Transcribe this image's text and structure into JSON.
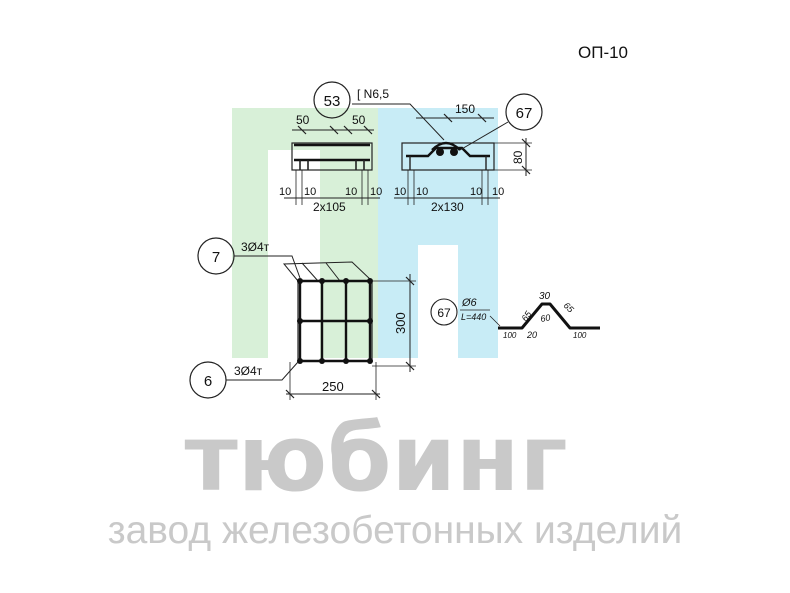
{
  "document": {
    "code": "ОП-10"
  },
  "callouts": {
    "c53": "53",
    "c67": "67",
    "c7": "7",
    "c6": "6",
    "c67b": "67"
  },
  "labels": {
    "channel": "[ N6,5",
    "top_rebar": "3Ø4т",
    "bottom_rebar": "3Ø4т",
    "bent_bar_dia": "Ø6",
    "bent_bar_len": "L=440"
  },
  "dimensions": {
    "left_view": {
      "top_left": "50",
      "top_right": "50",
      "b1": "10",
      "b2": "10",
      "b3": "10",
      "b4": "10",
      "spacing": "2x105"
    },
    "right_view": {
      "top": "150",
      "height": "80",
      "b1": "10",
      "b2": "10",
      "b3": "10",
      "b4": "10",
      "spacing": "2x130"
    },
    "section": {
      "height": "300",
      "width": "250"
    },
    "bent_bar": {
      "d30": "30",
      "d65a": "65",
      "d65b": "65",
      "d60": "60",
      "d100a": "100",
      "d20": "20",
      "d100b": "100"
    }
  },
  "watermark": {
    "colors": {
      "green": "#d8f0d8",
      "blue": "#c8ecf6"
    }
  },
  "branding": {
    "name": "тюбинг",
    "tagline": "завод железобетонных изделий"
  }
}
